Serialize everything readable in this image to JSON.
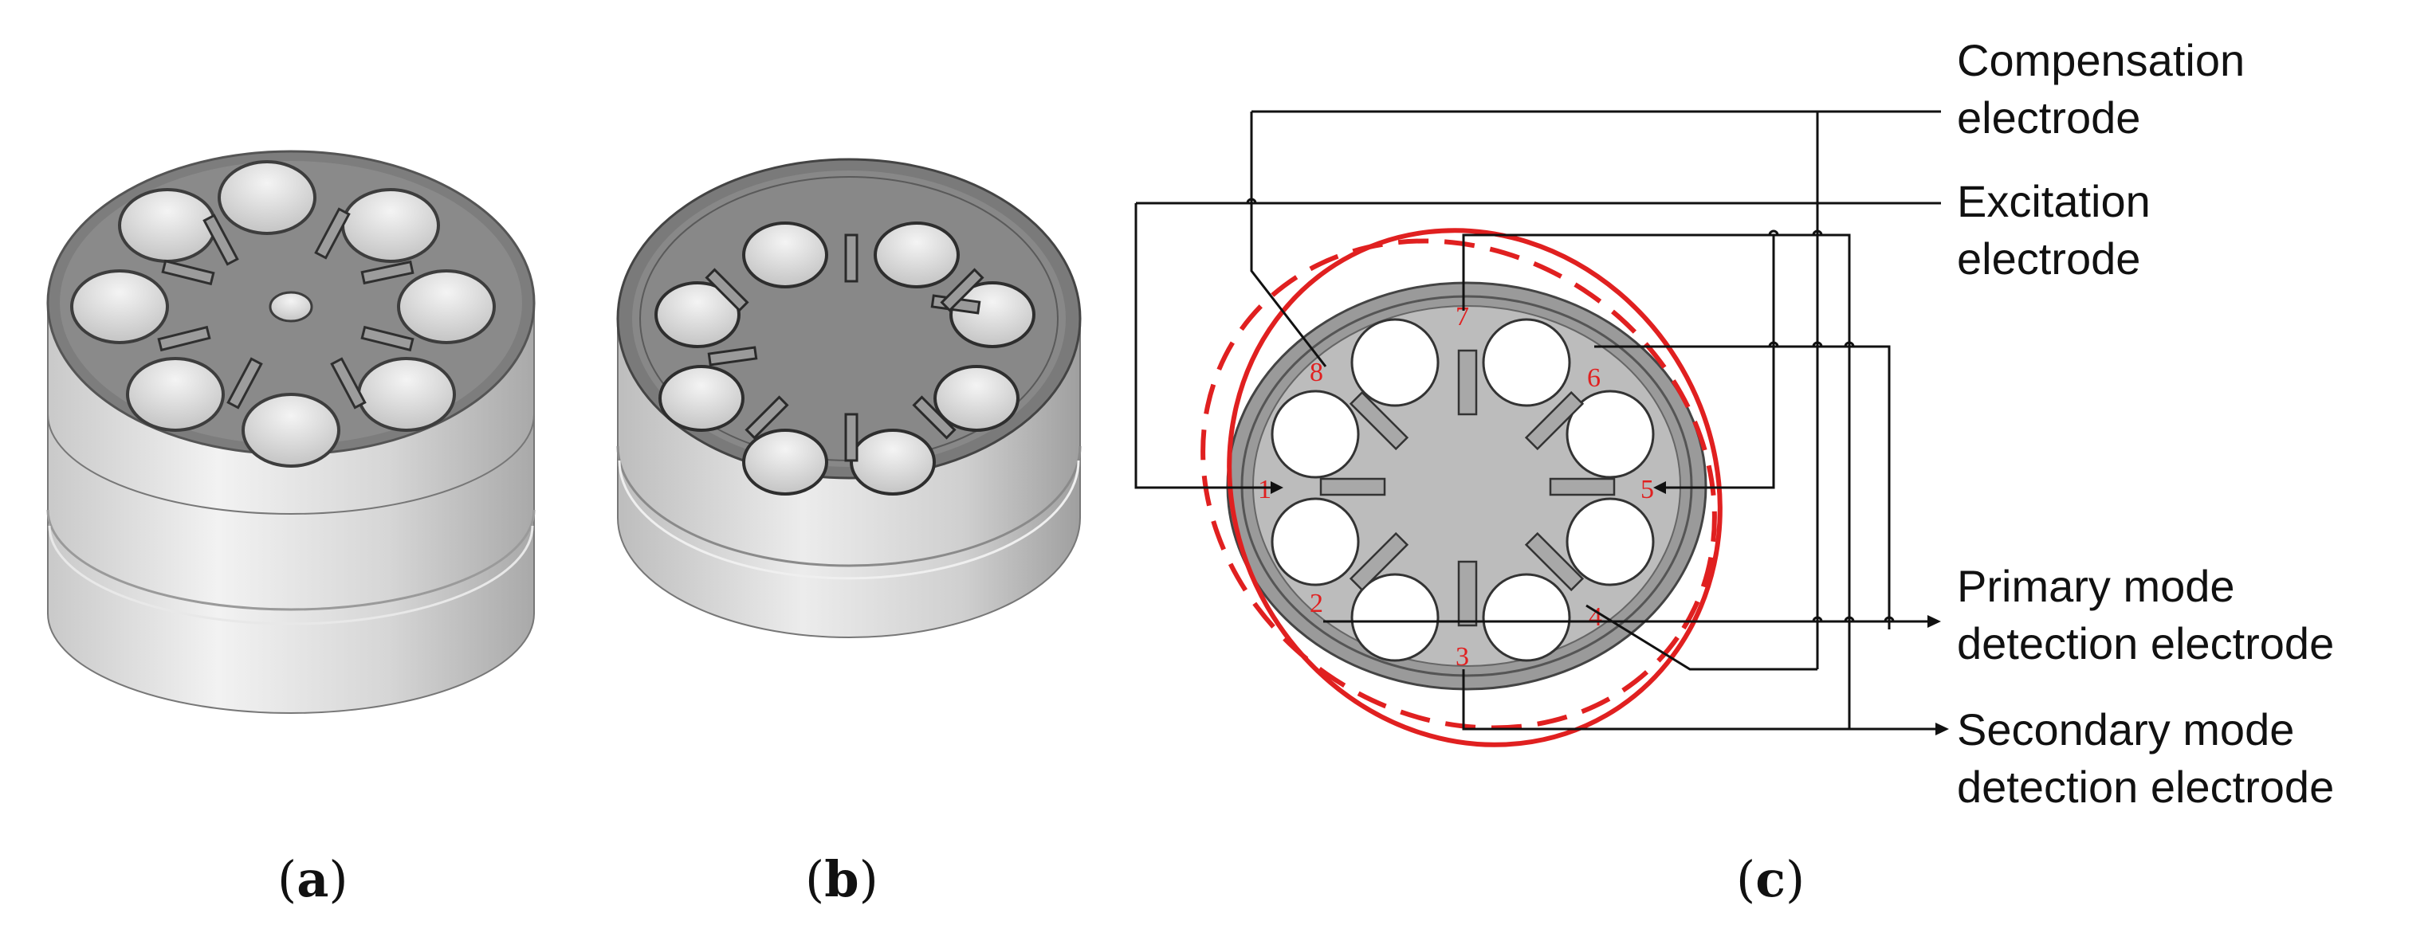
{
  "panels": {
    "a": {
      "caption": "(a)",
      "letter": "a"
    },
    "b": {
      "caption": "(b)",
      "letter": "b"
    },
    "c": {
      "caption": "(c)",
      "letter": "c"
    }
  },
  "electrode_numbers": [
    "1",
    "2",
    "3",
    "4",
    "5",
    "6",
    "7",
    "8"
  ],
  "legend": {
    "compensation": [
      "Compensation",
      "electrode"
    ],
    "excitation": [
      "Excitation",
      "electrode"
    ],
    "primary": [
      "Primary mode",
      "detection electrode"
    ],
    "secondary": [
      "Secondary mode",
      "detection electrode"
    ]
  },
  "colors": {
    "mode_shape": "#e02020",
    "wire": "#111111",
    "body_gray": "#8a8a8a",
    "face_gray": "#b0b0b0"
  }
}
